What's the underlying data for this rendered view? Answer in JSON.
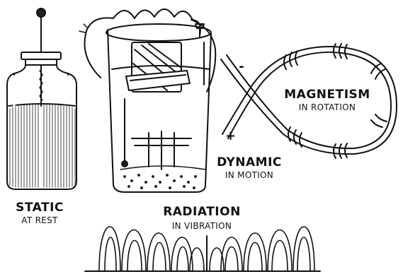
{
  "labels": {
    "static_title": "STATIC",
    "static_sub": "AT REST",
    "dynamic_title": "DYNAMIC",
    "dynamic_sub": "IN MOTION",
    "magnetism_title": "MAGNETISM",
    "magnetism_sub": "IN ROTATION",
    "radiation_title": "RADIATION",
    "radiation_sub": "IN VIBRATION",
    "minus_sign": "-",
    "plus_sign": "+"
  }
}
